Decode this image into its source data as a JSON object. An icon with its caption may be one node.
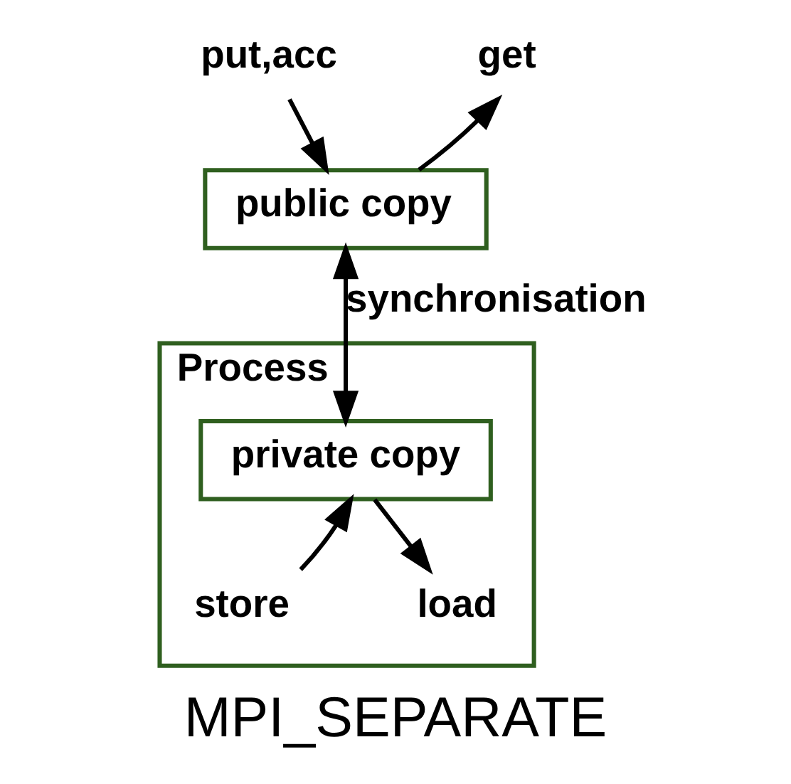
{
  "diagram": {
    "caption": "MPI_SEPARATE",
    "nodes": [
      {
        "text": [
          "put,acc"
        ]
      },
      {
        "text": [
          "get"
        ]
      },
      {
        "text": [
          "public copy"
        ]
      },
      {
        "text": [
          "Process"
        ]
      },
      {
        "text": [
          "private copy"
        ],
        "in": 3
      },
      {
        "text": [
          "store"
        ],
        "in": 3
      },
      {
        "text": [
          "load"
        ],
        "in": 3
      }
    ],
    "edges": [
      {
        "from": 0,
        "to": 2,
        "arrow": "to"
      },
      {
        "from": 2,
        "to": 1,
        "arrow": "to"
      },
      {
        "from": 2,
        "to": 4,
        "arrow": "both",
        "label": "synchronisation"
      },
      {
        "from": 5,
        "to": 4,
        "arrow": "to"
      },
      {
        "from": 4,
        "to": 6,
        "arrow": "to"
      }
    ]
  }
}
